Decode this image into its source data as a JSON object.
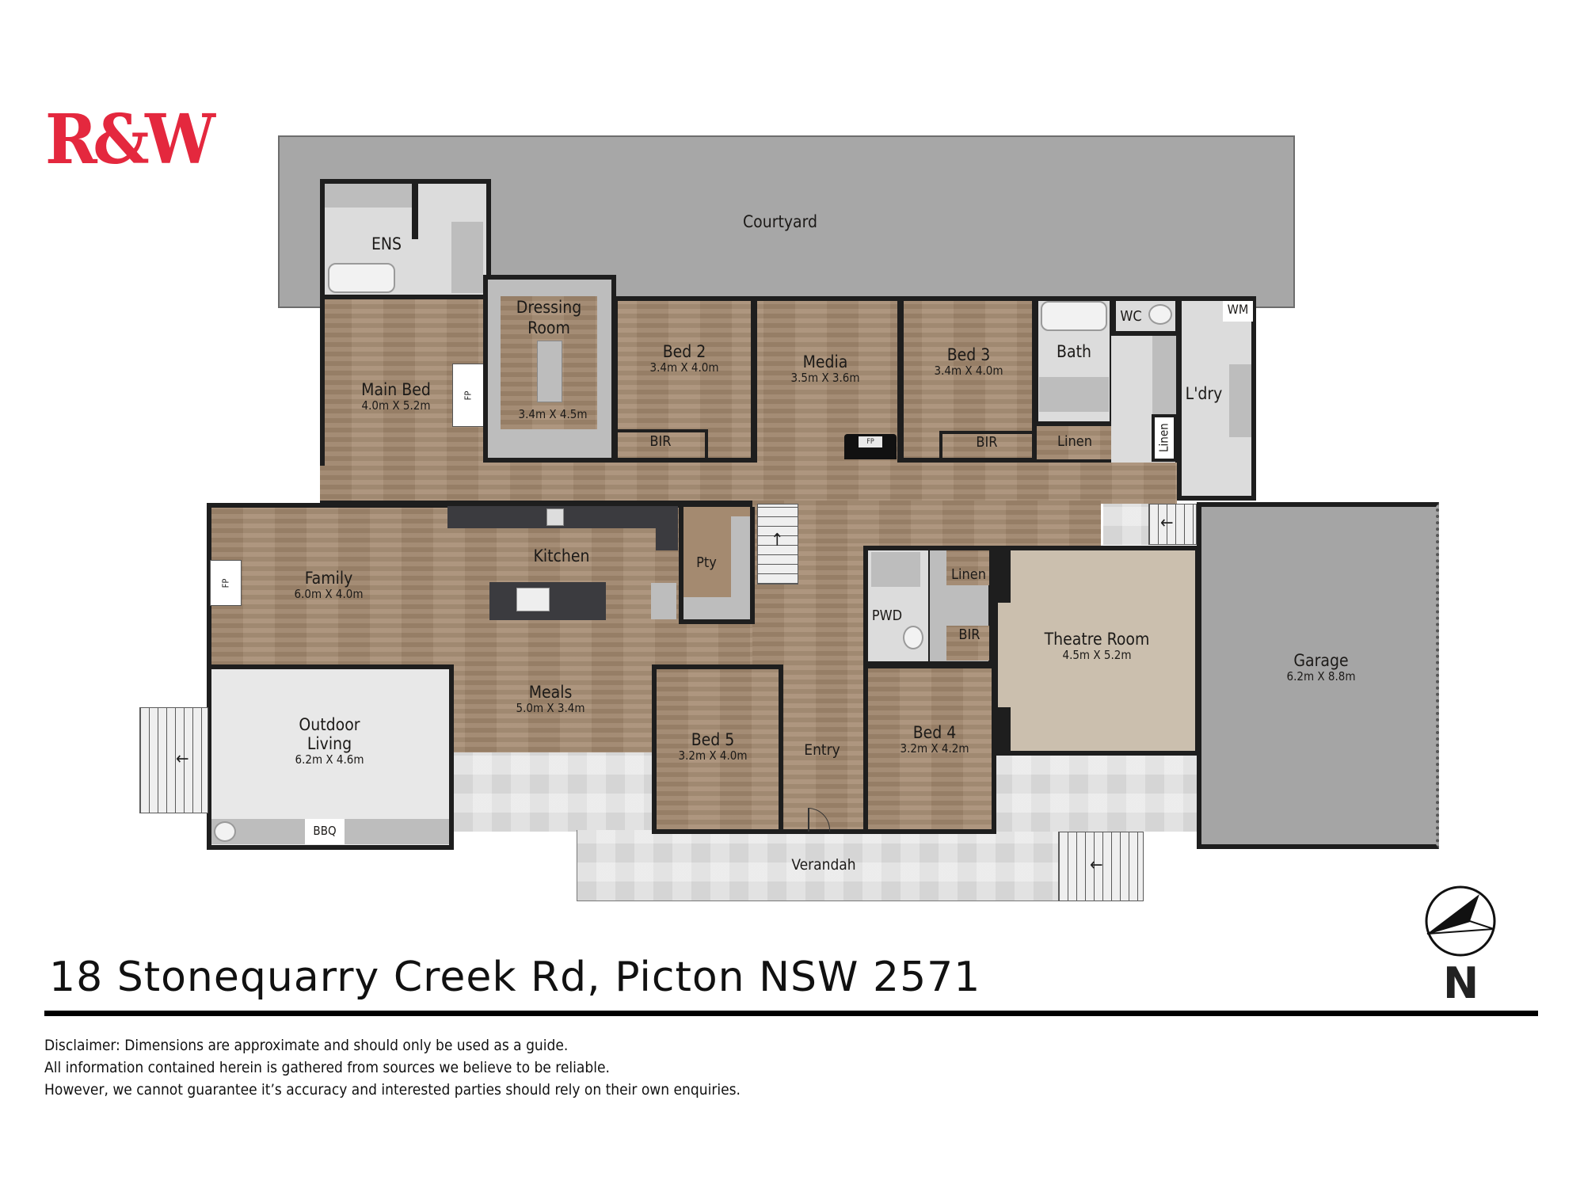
{
  "brand": {
    "logo_text": "R&W",
    "logo_color": "#e4283e"
  },
  "floorplan": {
    "courtyard": {
      "name": "Courtyard"
    },
    "rooms": [
      {
        "id": "ens",
        "name": "ENS",
        "dims": ""
      },
      {
        "id": "main-bed",
        "name": "Main Bed",
        "dims": "4.0m X 5.2m"
      },
      {
        "id": "dressing-room",
        "name": "Dressing Room",
        "name_line1": "Dressing",
        "name_line2": "Room",
        "dims": "3.4m X 4.5m"
      },
      {
        "id": "bed-2",
        "name": "Bed 2",
        "dims": "3.4m X 4.0m"
      },
      {
        "id": "media",
        "name": "Media",
        "dims": "3.5m X 3.6m"
      },
      {
        "id": "bed-3",
        "name": "Bed 3",
        "dims": "3.4m X 4.0m"
      },
      {
        "id": "bath",
        "name": "Bath",
        "dims": ""
      },
      {
        "id": "wc",
        "name": "WC",
        "dims": ""
      },
      {
        "id": "laundry",
        "name": "L'dry",
        "dims": ""
      },
      {
        "id": "family",
        "name": "Family",
        "dims": "6.0m X 4.0m"
      },
      {
        "id": "kitchen",
        "name": "Kitchen",
        "dims": ""
      },
      {
        "id": "pantry",
        "name": "Pty",
        "dims": ""
      },
      {
        "id": "meals",
        "name": "Meals",
        "dims": "5.0m X 3.4m"
      },
      {
        "id": "outdoor-living",
        "name": "Outdoor Living",
        "name_line1": "Outdoor",
        "name_line2": "Living",
        "dims": "6.2m X 4.6m"
      },
      {
        "id": "bed-5",
        "name": "Bed 5",
        "dims": "3.2m X 4.0m"
      },
      {
        "id": "entry",
        "name": "Entry",
        "dims": ""
      },
      {
        "id": "pwd",
        "name": "PWD",
        "dims": ""
      },
      {
        "id": "bed-4",
        "name": "Bed 4",
        "dims": "3.2m X 4.2m"
      },
      {
        "id": "theatre-room",
        "name": "Theatre Room",
        "dims": "4.5m X 5.2m"
      },
      {
        "id": "garage",
        "name": "Garage",
        "dims": "6.2m X 8.8m"
      },
      {
        "id": "verandah",
        "name": "Verandah",
        "dims": ""
      }
    ],
    "fixtures": {
      "bir": "BIR",
      "linen": "Linen",
      "wm": "WM",
      "bbq": "BBQ",
      "fp": "FP"
    },
    "colors": {
      "wood_floor": "#a48a70",
      "courtyard": "#a7a7a7",
      "garage": "#a5a5a5",
      "theatre_carpet": "#cbbfae",
      "wet_area": "#dcdcdc",
      "walls": "#1e1e1e",
      "benchtop": "#3b3b3f"
    }
  },
  "footer": {
    "address": "18 Stonequarry Creek Rd, Picton NSW 2571",
    "compass_label": "N",
    "disclaimer": [
      "Disclaimer: Dimensions are approximate and should only be used as a guide.",
      "All information contained herein is gathered from sources we believe to be reliable.",
      "However, we cannot guarantee it’s accuracy and interested parties should rely on their own enquiries."
    ]
  }
}
